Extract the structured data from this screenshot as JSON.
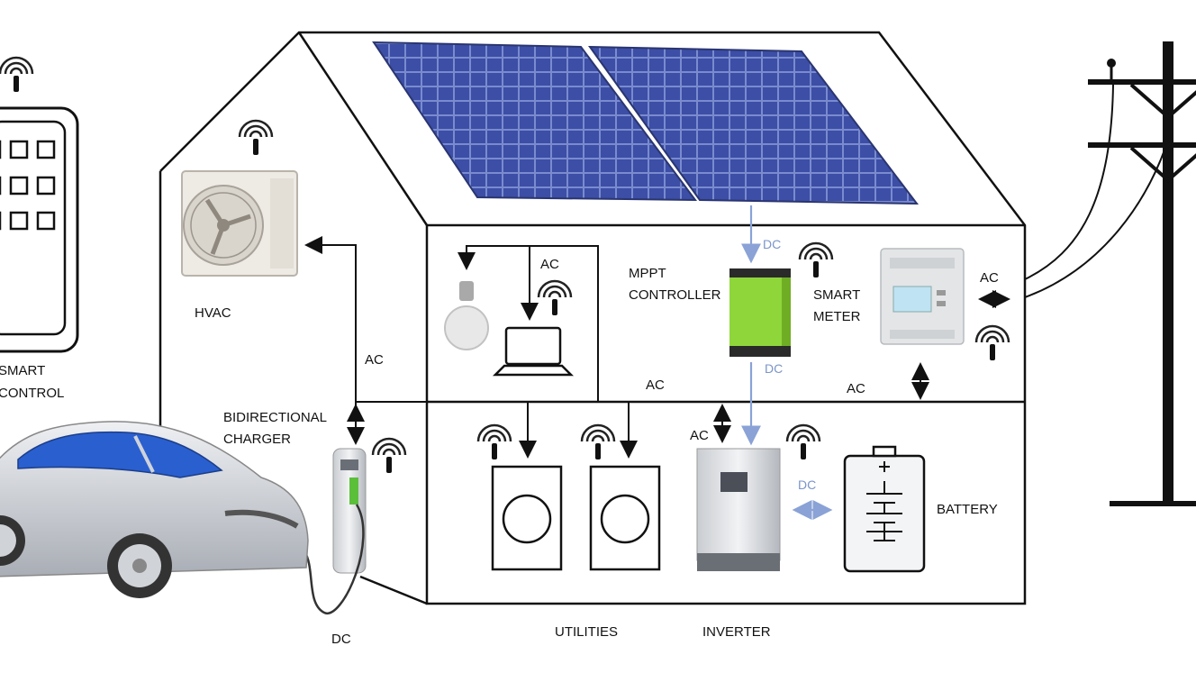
{
  "labels": {
    "smart_control_1": "SMART",
    "smart_control_2": "CONTROL",
    "hvac": "HVAC",
    "ac_hvac": "AC",
    "ac_room": "AC",
    "mppt_1": "MPPT",
    "mppt_2": "CONTROLLER",
    "dc_solar": "DC",
    "dc_mppt": "DC",
    "smart_meter_1": "SMART",
    "smart_meter_2": "METER",
    "ac_grid": "AC",
    "ac_bus_mid": "AC",
    "ac_bus_right": "AC",
    "bidir_1": "BIDIRECTIONAL",
    "bidir_2": "CHARGER",
    "ac_inverter": "AC",
    "dc_battery": "DC",
    "battery": "BATTERY",
    "dc_car": "DC",
    "utilities": "UTILITIES",
    "inverter": "INVERTER"
  },
  "colors": {
    "dc_wire": "#8aa2d6",
    "ac_wire": "#111111",
    "solar_panel": "#3b4a9a",
    "mppt_green": "#8fd63a"
  }
}
